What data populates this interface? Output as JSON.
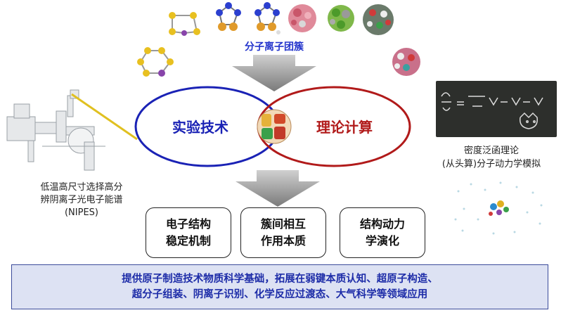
{
  "clusters": {
    "label": "分子离子团簇"
  },
  "venn": {
    "left_label": "实验技术",
    "right_label": "理论计算"
  },
  "instrument": {
    "caption_line1": "低温高尺寸选择高分",
    "caption_line2": "辨阴离子光电子能谱",
    "caption_line3": "(NIPES)"
  },
  "theory": {
    "caption_line1": "密度泛函理论",
    "caption_line2": "(从头算)分子动力学模拟"
  },
  "results": [
    {
      "line1": "电子结构",
      "line2": "稳定机制"
    },
    {
      "line1": "簇间相互",
      "line2": "作用本质"
    },
    {
      "line1": "结构动力",
      "line2": "学演化"
    }
  ],
  "banner": {
    "line1": "提供原子制造技术物质科学基础，拓展在弱键本质认知、超原子构造、",
    "line2": "超分子组装、阴离子识别、化学反应过渡态、大气科学等领域应用"
  },
  "colors": {
    "experiment": "#1a22b5",
    "theory": "#b11a1a",
    "banner_bg": "#dde2f3",
    "banner_text": "#1d2ca8",
    "arrow": "#8c8c8c"
  }
}
